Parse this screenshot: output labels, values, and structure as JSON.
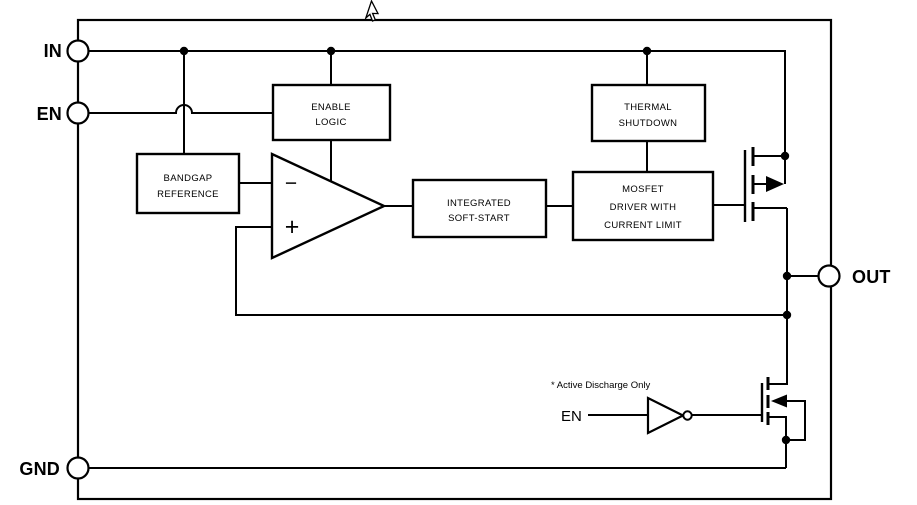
{
  "diagram": {
    "title_semantic": "LDO regulator functional block diagram",
    "pin_labels": {
      "in": "IN",
      "en": "EN",
      "gnd": "GND",
      "out": "OUT"
    },
    "blocks": {
      "enable_logic": {
        "lines": [
          "ENABLE",
          "LOGIC"
        ]
      },
      "bandgap_reference": {
        "lines": [
          "BANDGAP",
          "REFERENCE"
        ]
      },
      "thermal_shutdown": {
        "lines": [
          "THERMAL",
          "SHUTDOWN"
        ]
      },
      "integrated_soft_start": {
        "lines": [
          "INTEGRATED",
          "SOFT-START"
        ]
      },
      "mosfet_driver": {
        "lines": [
          "MOSFET",
          "DRIVER WITH",
          "CURRENT LIMIT"
        ]
      }
    },
    "error_amplifier": {
      "inverting_symbol": "−",
      "noninverting_symbol": "+"
    },
    "discharge_path": {
      "note": "* Active Discharge Only",
      "enable_label": "EN"
    },
    "colors": {
      "line": "#000000",
      "background": "#ffffff"
    }
  }
}
